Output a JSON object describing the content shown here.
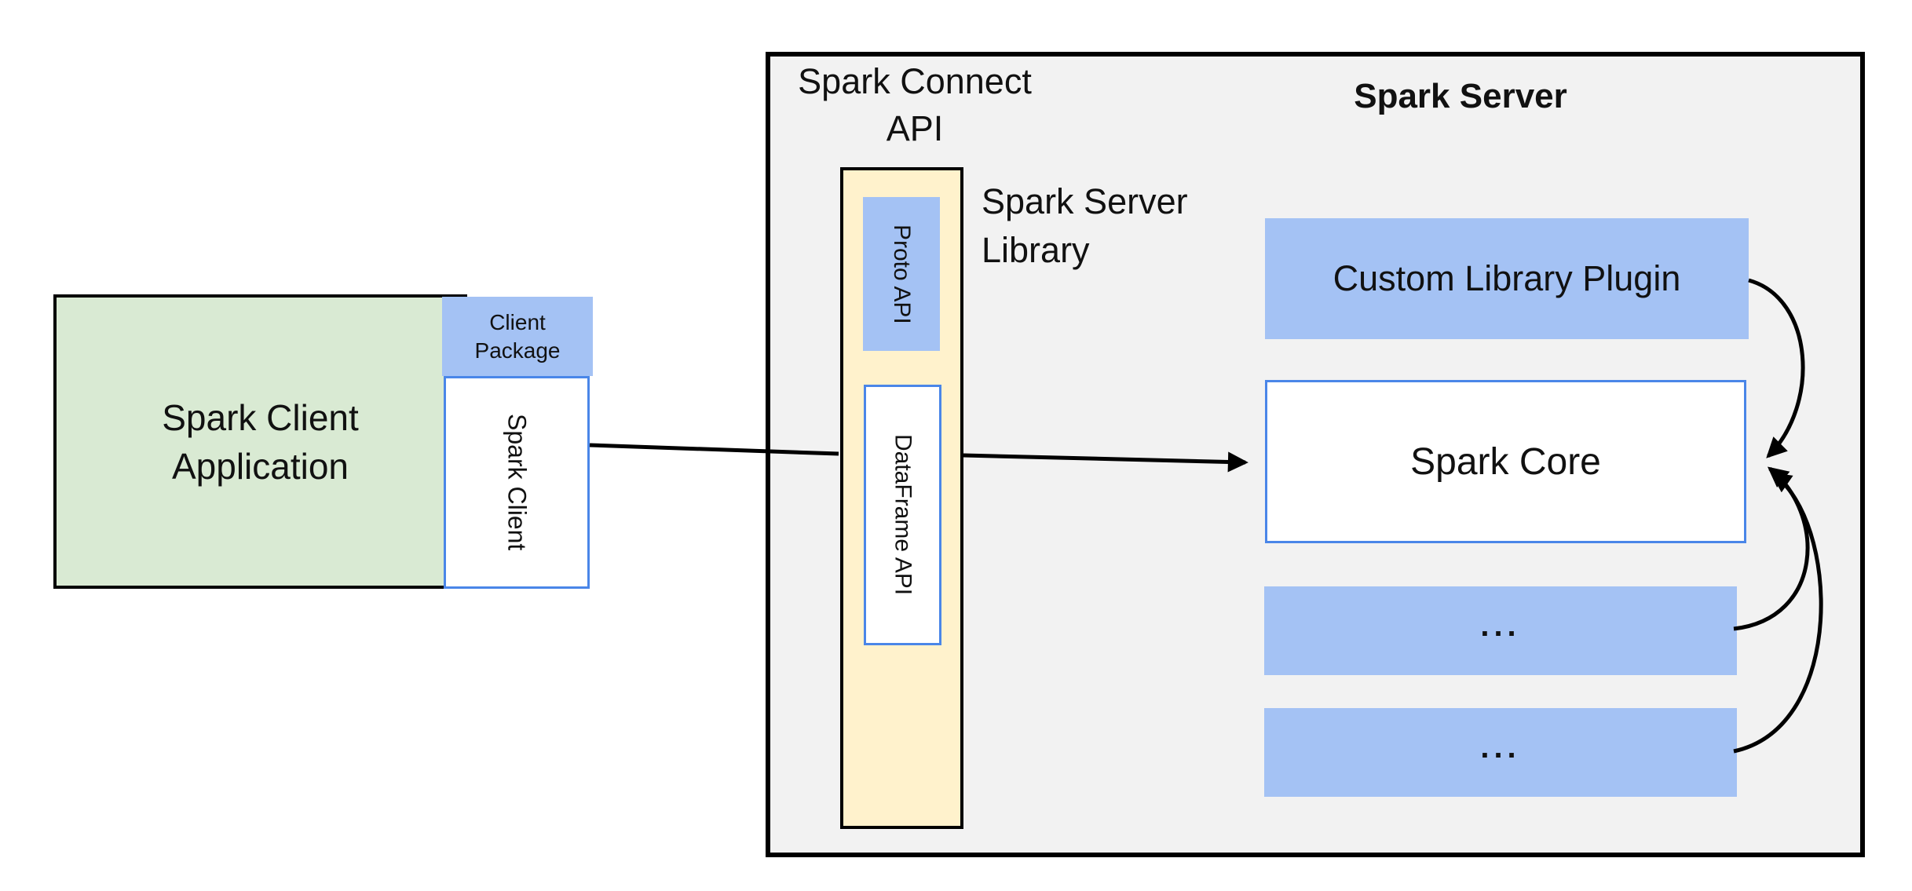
{
  "client": {
    "app_title_line1": "Spark Client",
    "app_title_line2": "Application",
    "package_label_line1": "Client",
    "package_label_line2": "Package",
    "spark_client_label": "Spark Client"
  },
  "connect": {
    "title_line1": "Spark Connect",
    "title_line2": "API",
    "proto_api_label": "Proto API",
    "dataframe_api_label": "DataFrame API",
    "library_label_line1": "Spark Server",
    "library_label_line2": "Library"
  },
  "server": {
    "title": "Spark Server",
    "plugin_label": "Custom Library Plugin",
    "core_label": "Spark Core",
    "module_placeholder_1": "...",
    "module_placeholder_2": "..."
  },
  "colors": {
    "panel_gray": "#f2f2f2",
    "box_blue": "#a4c2f4",
    "box_green": "#d9ead3",
    "box_yellow": "#fff2cc",
    "border_blue": "#4a86e8",
    "line_black": "#000000"
  }
}
